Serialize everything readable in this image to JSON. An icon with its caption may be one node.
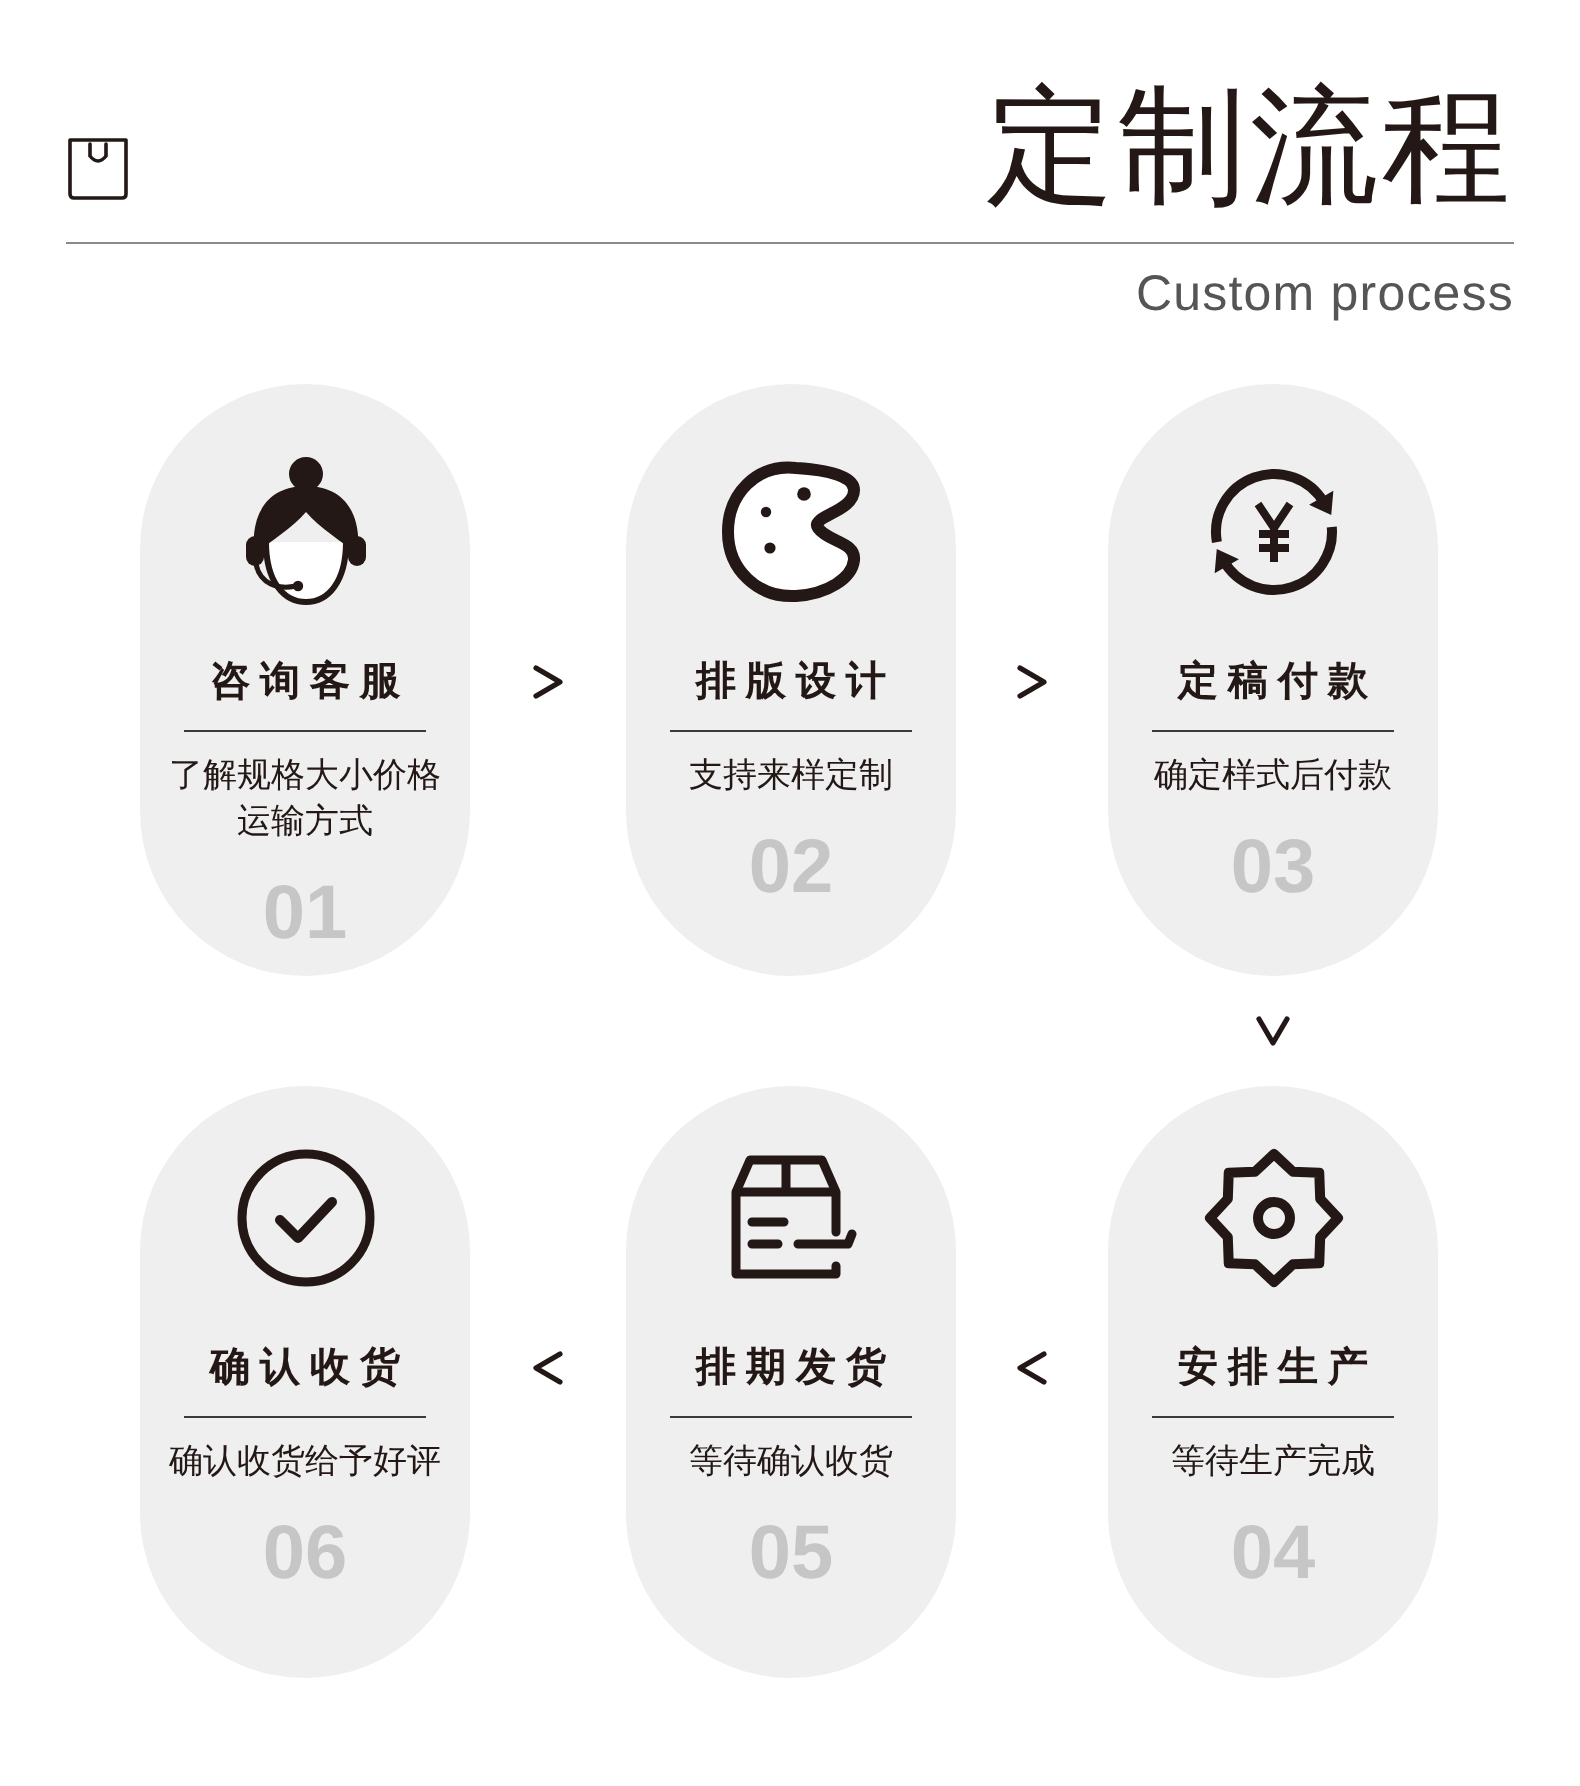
{
  "diagram": {
    "title": "定制流程",
    "nodes": [
      {
        "text": [
          "咨询客服",
          "了解规格大小价格运输方式",
          "01"
        ]
      },
      {
        "text": [
          "排版设计",
          "支持来样定制",
          "02"
        ]
      },
      {
        "text": [
          "定稿付款",
          "确定样式后付款",
          "03"
        ]
      },
      {
        "text": [
          "安排生产",
          "等待生产完成",
          "04"
        ]
      },
      {
        "text": [
          "排期发货",
          "等待确认收货",
          "05"
        ]
      },
      {
        "text": [
          "确认收货",
          "确认收货给予好评",
          "06"
        ]
      }
    ],
    "edges": [
      {
        "from": 0,
        "to": 1,
        "arrow": "to"
      },
      {
        "from": 1,
        "to": 2,
        "arrow": "to"
      },
      {
        "from": 2,
        "to": 3,
        "arrow": "to"
      },
      {
        "from": 3,
        "to": 4,
        "arrow": "to"
      },
      {
        "from": 4,
        "to": 5,
        "arrow": "to"
      }
    ],
    "labels": [
      "Custom process"
    ]
  }
}
